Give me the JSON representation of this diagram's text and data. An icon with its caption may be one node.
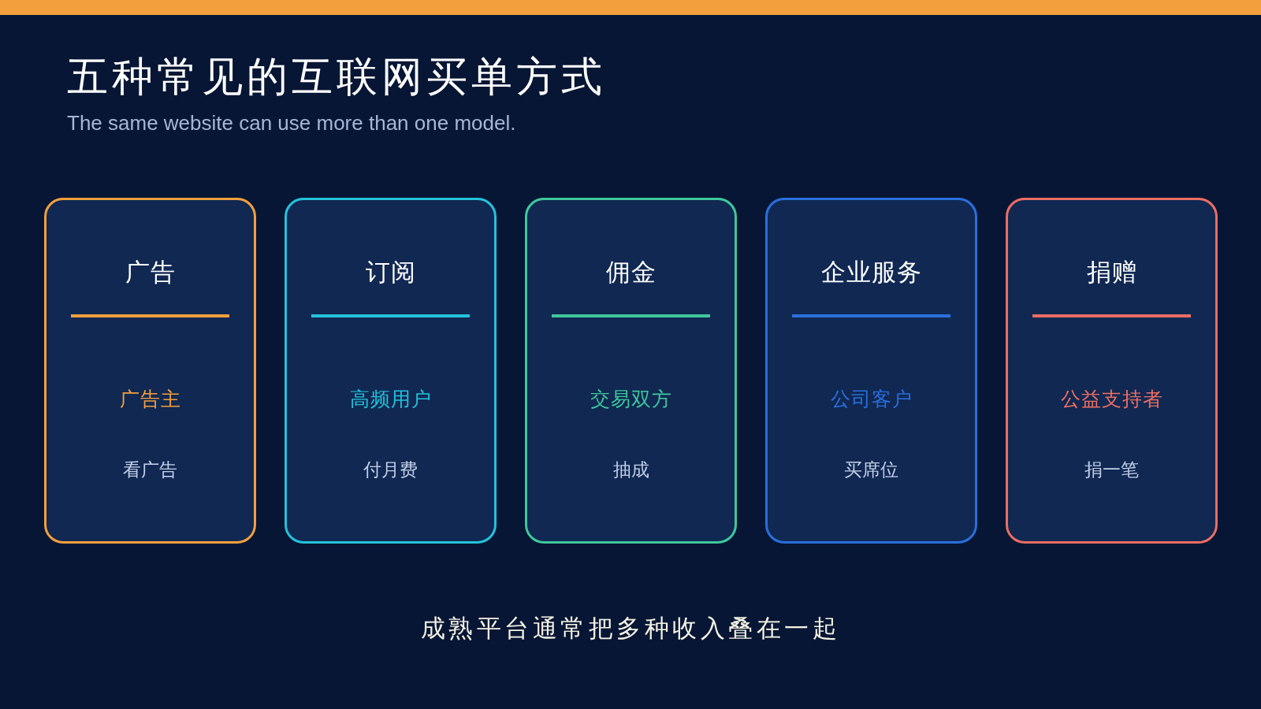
{
  "diagram": {
    "title": "五种常见的互联网买单方式",
    "caption": "成熟平台通常把多种收入叠在一起",
    "nodes": [
      {
        "text": [
          "广告",
          "广告主",
          "看广告"
        ]
      },
      {
        "text": [
          "订阅",
          "高频用户",
          "付月费"
        ]
      },
      {
        "text": [
          "佣金",
          "交易双方",
          "抽成"
        ]
      },
      {
        "text": [
          "企业服务",
          "公司客户",
          "买席位"
        ]
      },
      {
        "text": [
          "捐赠",
          "公益支持者",
          "捐一笔"
        ]
      }
    ],
    "labels": [
      "The same website can use more than one model."
    ]
  }
}
